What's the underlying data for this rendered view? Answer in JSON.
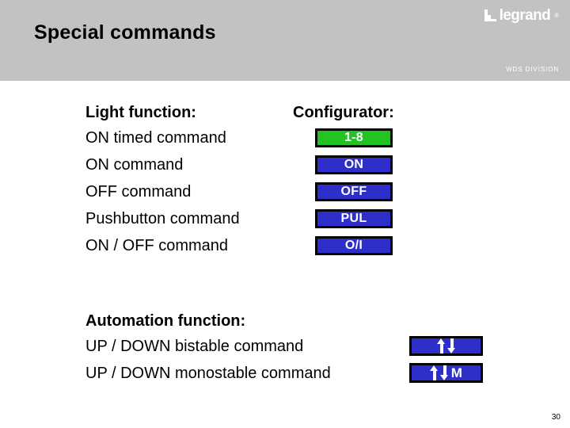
{
  "header": {
    "title": "Special commands",
    "brand": "legrand",
    "brand_registered": "®",
    "division": "WDS DIVISION",
    "band_color": "#c2c2c2"
  },
  "colors": {
    "green_badge": "#22c322",
    "blue_badge": "#2e2ec8",
    "badge_border": "#000000",
    "badge_text": "#ffffff",
    "body_text": "#000000",
    "page_bg": "#ffffff"
  },
  "sections": [
    {
      "id": "light",
      "head_left": "Light function:",
      "head_right": "Configurator:",
      "rows": [
        {
          "label": "ON timed command",
          "badge": "1-8",
          "badge_color": "green"
        },
        {
          "label": "ON command",
          "badge": "ON",
          "badge_color": "blue"
        },
        {
          "label": "OFF command",
          "badge": "OFF",
          "badge_color": "blue"
        },
        {
          "label": "Pushbutton command",
          "badge": "PUL",
          "badge_color": "blue"
        },
        {
          "label": "ON / OFF command",
          "badge": "O/I",
          "badge_color": "blue"
        }
      ]
    },
    {
      "id": "automation",
      "head_left": "Automation function:",
      "head_right": "",
      "rows": [
        {
          "label": "UP / DOWN bistable command",
          "badge_icons": "up-arrow down-arrow",
          "badge_suffix": "",
          "badge_color": "blue"
        },
        {
          "label": "UP / DOWN monostable command",
          "badge_icons": "up-arrow down-arrow",
          "badge_suffix": "M",
          "badge_color": "blue"
        }
      ]
    }
  ],
  "footer": {
    "page_number": "30"
  }
}
